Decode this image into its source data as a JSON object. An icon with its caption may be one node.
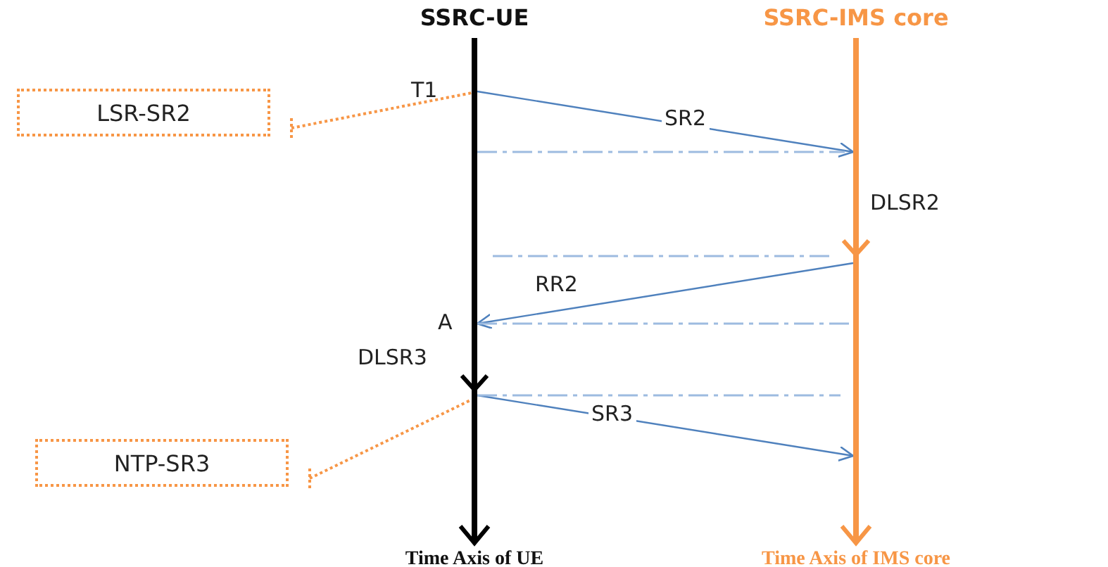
{
  "diagram": {
    "nodes": [
      {
        "text": [
          "SSRC-UE"
        ],
        "beside": [
          "Time Axis of UE"
        ]
      },
      {
        "text": [
          "SSRC-IMS core"
        ],
        "beside": [
          "Time Axis of IMS core"
        ]
      },
      {
        "text": [
          "LSR-SR2"
        ]
      },
      {
        "text": [
          "NTP-SR3"
        ]
      }
    ],
    "edges": [
      {
        "from": 0,
        "to": 1,
        "arrow": "to",
        "label": "SR2"
      },
      {
        "from": 1,
        "to": 0,
        "arrow": "to",
        "label": "RR2"
      },
      {
        "from": 0,
        "to": 1,
        "arrow": "to",
        "label": "SR3"
      },
      {
        "from": 2,
        "to": 0,
        "arrow": "none",
        "style": "dashed",
        "color": "#f79646"
      },
      {
        "from": 3,
        "to": 0,
        "arrow": "none",
        "style": "dashed",
        "color": "#f79646"
      },
      {
        "from": 0,
        "to": 1,
        "arrow": "none",
        "style": "dashed",
        "color": "#9dbbe0"
      },
      {
        "from": 0,
        "to": 1,
        "arrow": "none",
        "style": "dashed",
        "color": "#9dbbe0"
      },
      {
        "from": 0,
        "to": 1,
        "arrow": "none",
        "style": "dashed",
        "color": "#9dbbe0"
      },
      {
        "from": 0,
        "to": 1,
        "arrow": "none",
        "style": "dashed",
        "color": "#9dbbe0"
      }
    ],
    "labels": [
      "T1",
      "DLSR2",
      "A",
      "DLSR3"
    ]
  }
}
